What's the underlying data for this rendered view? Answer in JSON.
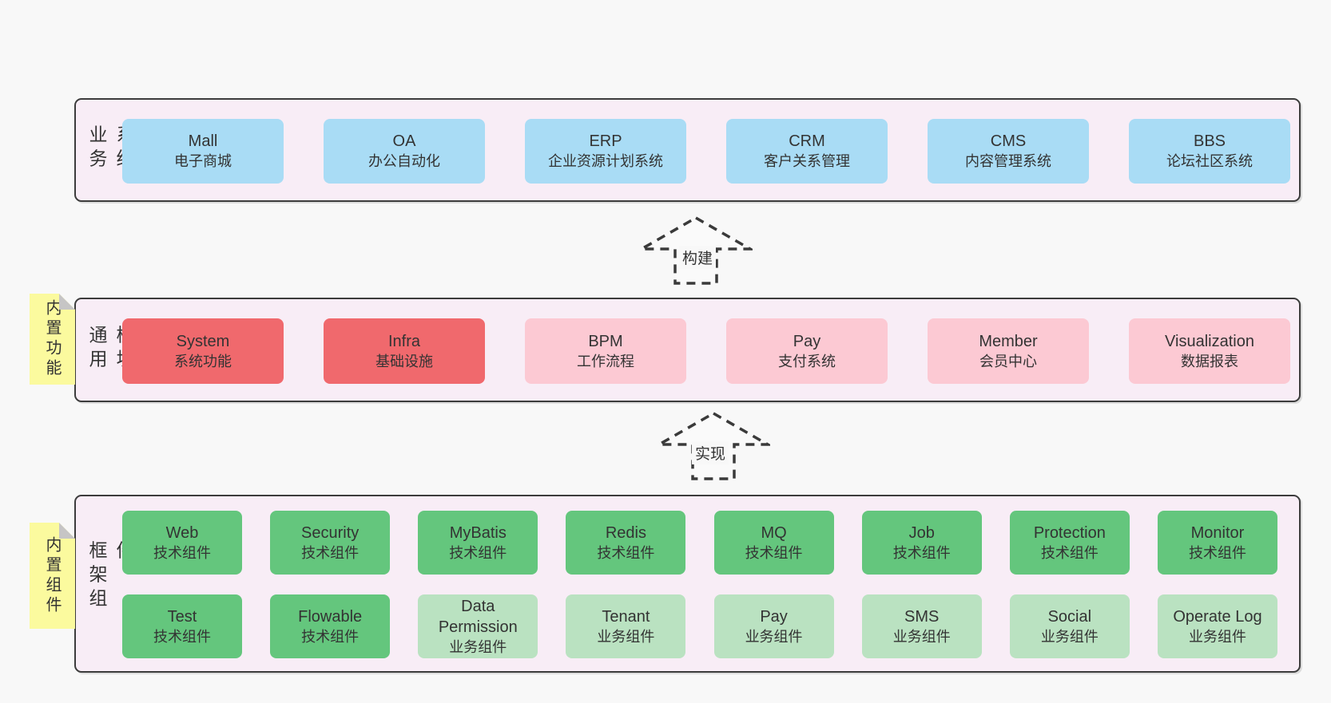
{
  "colors": {
    "page_bg": "#f8f8f8",
    "container_bg": "#f8edf6",
    "container_border": "#3c3c3c",
    "blue_box": "#a9dcf5",
    "red_box": "#f0696d",
    "pink_box": "#fcc9d3",
    "green_box": "#64c67d",
    "light_green_box": "#bae2c1",
    "note_yellow": "#fbfa9e",
    "note_fold_gray": "#c6c5c5",
    "text": "#333333"
  },
  "arrows": [
    {
      "label": "构建"
    },
    {
      "label": "实现"
    }
  ],
  "layers": [
    {
      "side_label": "业务系统",
      "boxes": [
        {
          "name": "Mall",
          "desc": "电子商城",
          "variant": "blue"
        },
        {
          "name": "OA",
          "desc": "办公自动化",
          "variant": "blue"
        },
        {
          "name": "ERP",
          "desc": "企业资源计划系统",
          "variant": "blue"
        },
        {
          "name": "CRM",
          "desc": "客户关系管理",
          "variant": "blue"
        },
        {
          "name": "CMS",
          "desc": "内容管理系统",
          "variant": "blue"
        },
        {
          "name": "BBS",
          "desc": "论坛社区系统",
          "variant": "blue"
        }
      ]
    },
    {
      "side_label": "通用模块",
      "note": "内置功能",
      "boxes": [
        {
          "name": "System",
          "desc": "系统功能",
          "variant": "red"
        },
        {
          "name": "Infra",
          "desc": "基础设施",
          "variant": "red"
        },
        {
          "name": "BPM",
          "desc": "工作流程",
          "variant": "pink"
        },
        {
          "name": "Pay",
          "desc": "支付系统",
          "variant": "pink"
        },
        {
          "name": "Member",
          "desc": "会员中心",
          "variant": "pink"
        },
        {
          "name": "Visualization",
          "desc": "数据报表",
          "variant": "pink"
        }
      ]
    },
    {
      "side_label": "框架组件",
      "note": "内置组件",
      "rows": [
        [
          {
            "name": "Web",
            "desc": "技术组件",
            "variant": "green"
          },
          {
            "name": "Security",
            "desc": "技术组件",
            "variant": "green"
          },
          {
            "name": "MyBatis",
            "desc": "技术组件",
            "variant": "green"
          },
          {
            "name": "Redis",
            "desc": "技术组件",
            "variant": "green"
          },
          {
            "name": "MQ",
            "desc": "技术组件",
            "variant": "green"
          },
          {
            "name": "Job",
            "desc": "技术组件",
            "variant": "green"
          },
          {
            "name": "Protection",
            "desc": "技术组件",
            "variant": "green"
          },
          {
            "name": "Monitor",
            "desc": "技术组件",
            "variant": "green"
          }
        ],
        [
          {
            "name": "Test",
            "desc": "技术组件",
            "variant": "green"
          },
          {
            "name": "Flowable",
            "desc": "技术组件",
            "variant": "green"
          },
          {
            "name": "Data Permission",
            "desc": "业务组件",
            "variant": "lightgreen"
          },
          {
            "name": "Tenant",
            "desc": "业务组件",
            "variant": "lightgreen"
          },
          {
            "name": "Pay",
            "desc": "业务组件",
            "variant": "lightgreen"
          },
          {
            "name": "SMS",
            "desc": "业务组件",
            "variant": "lightgreen"
          },
          {
            "name": "Social",
            "desc": "业务组件",
            "variant": "lightgreen"
          },
          {
            "name": "Operate Log",
            "desc": "业务组件",
            "variant": "lightgreen"
          }
        ]
      ]
    }
  ]
}
